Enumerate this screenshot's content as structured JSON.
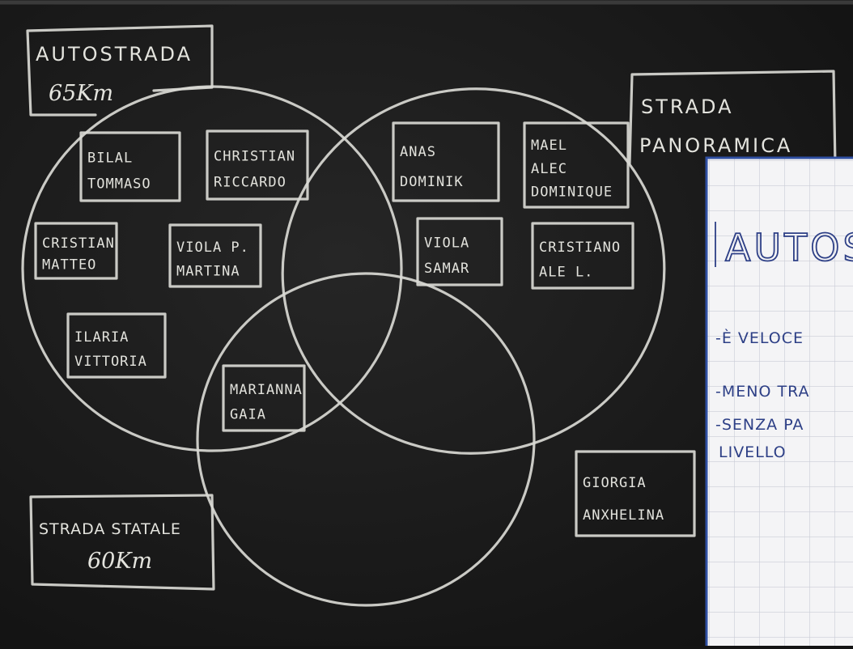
{
  "labels": {
    "autostrada": "AUTOSTRADA",
    "autostrada_km": "65Km",
    "panoramica_line1": "STRADA",
    "panoramica_line2": "PANORAMICA",
    "statale_line1": "STRADA STATALE",
    "statale_km": "60Km"
  },
  "groups": [
    {
      "id": "box-bilal-tommaso",
      "lines": [
        "BILAL",
        "TOMMASO"
      ]
    },
    {
      "id": "box-christian-riccardo",
      "lines": [
        "CHRISTIAN",
        "RICCARDO"
      ]
    },
    {
      "id": "box-cristian-matteo",
      "lines": [
        "CRISTIAN",
        "MATTEO"
      ]
    },
    {
      "id": "box-viola-martina",
      "lines": [
        "VIOLA P.",
        "MARTINA"
      ]
    },
    {
      "id": "box-ilaria-vittoria",
      "lines": [
        "ILARIA",
        "VITTORIA"
      ]
    },
    {
      "id": "box-marianna-gaia",
      "lines": [
        "MARIANNA",
        "GAIA"
      ]
    },
    {
      "id": "box-anas-dominik",
      "lines": [
        "ANAS",
        "DOMINIK"
      ]
    },
    {
      "id": "box-mael-alec-dominique",
      "lines": [
        "MAEL",
        "ALEC",
        "DOMINIQUE"
      ]
    },
    {
      "id": "box-viola-samar",
      "lines": [
        "VIOLA",
        "SAMAR"
      ]
    },
    {
      "id": "box-cristiano-ale",
      "lines": [
        "CRISTIANO",
        "ALE L."
      ]
    },
    {
      "id": "box-giorgia-anxhelina",
      "lines": [
        "GIORGIA",
        "ANXHELINA"
      ]
    }
  ],
  "paper": {
    "title": "AUTOS",
    "lines": [
      "-È VELOCE",
      "-MENO TRA",
      "-SENZA PA",
      "LIVELLO"
    ]
  },
  "colors": {
    "chalkboard": "#1a1a1a",
    "chalk": "#d9d9d4",
    "paper": "#f4f4f6",
    "paper_grid": "#c9ccd6",
    "ink": "#2d3f86",
    "paper_border": "#2f4fa3"
  }
}
